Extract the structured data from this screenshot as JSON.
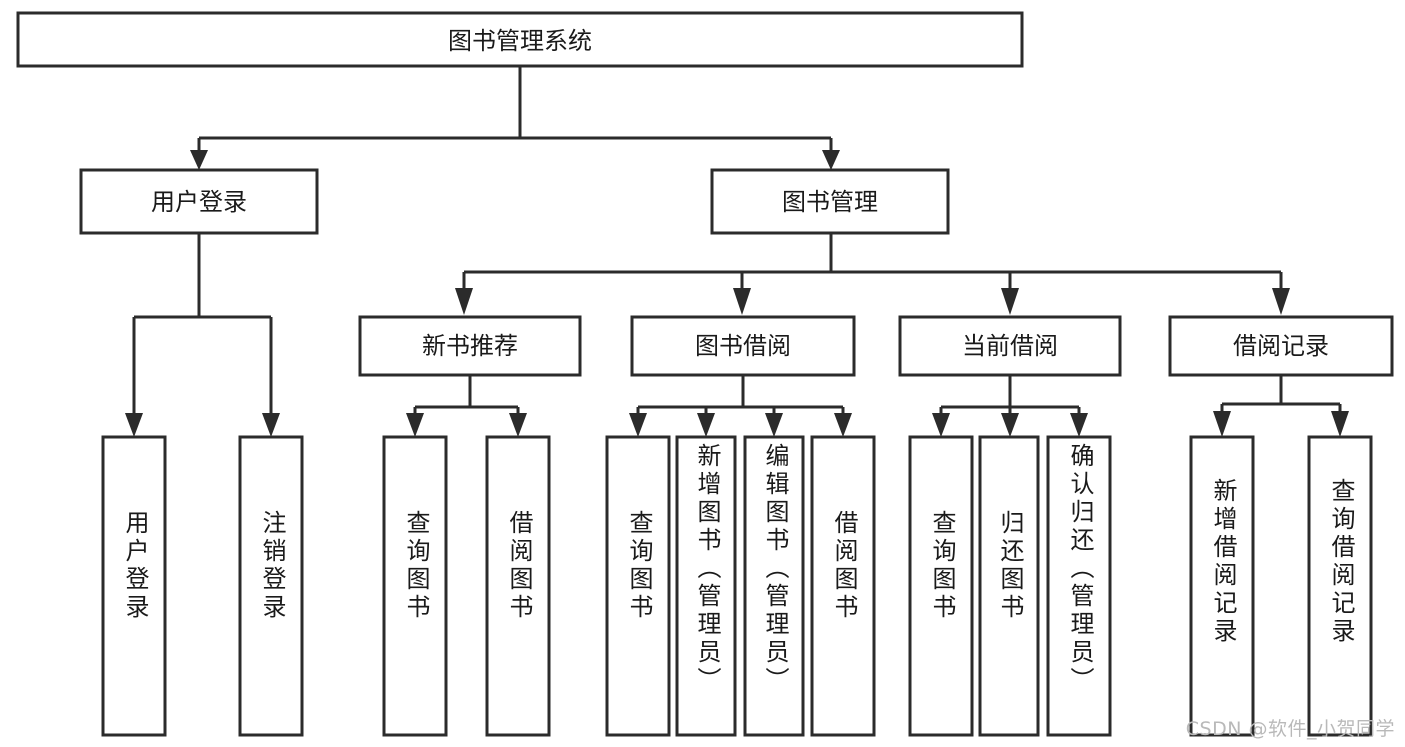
{
  "diagram": {
    "type": "tree",
    "orientation": "top-down",
    "title": "图书管理系统",
    "root": {
      "label": "图书管理系统",
      "id": "root"
    },
    "level2": [
      {
        "id": "user-login",
        "label": "用户登录"
      },
      {
        "id": "book-manage",
        "label": "图书管理"
      }
    ],
    "level3": [
      {
        "id": "new-book-recommend",
        "label": "新书推荐",
        "parent": "book-manage"
      },
      {
        "id": "book-borrow",
        "label": "图书借阅",
        "parent": "book-manage"
      },
      {
        "id": "current-borrow",
        "label": "当前借阅",
        "parent": "book-manage"
      },
      {
        "id": "borrow-record",
        "label": "借阅记录",
        "parent": "book-manage"
      }
    ],
    "leaves": [
      {
        "id": "leaf-user-login",
        "label": "用户登录",
        "parent": "user-login"
      },
      {
        "id": "leaf-user-logout",
        "label": "注销登录",
        "parent": "user-login"
      },
      {
        "id": "leaf-query-book-1",
        "label": "查询图书",
        "parent": "new-book-recommend"
      },
      {
        "id": "leaf-borrow-book-1",
        "label": "借阅图书",
        "parent": "new-book-recommend"
      },
      {
        "id": "leaf-query-book-2",
        "label": "查询图书",
        "parent": "book-borrow"
      },
      {
        "id": "leaf-add-book",
        "label": "新增图书（管理员）",
        "parent": "book-borrow"
      },
      {
        "id": "leaf-edit-book",
        "label": "编辑图书（管理员）",
        "parent": "book-borrow"
      },
      {
        "id": "leaf-borrow-book-2",
        "label": "借阅图书",
        "parent": "book-borrow"
      },
      {
        "id": "leaf-query-book-3",
        "label": "查询图书",
        "parent": "current-borrow"
      },
      {
        "id": "leaf-return-book",
        "label": "归还图书",
        "parent": "current-borrow"
      },
      {
        "id": "leaf-confirm-return",
        "label": "确认归还（管理员）",
        "parent": "current-borrow"
      },
      {
        "id": "leaf-add-record",
        "label": "新增借阅记录",
        "parent": "borrow-record"
      },
      {
        "id": "leaf-query-record",
        "label": "查询借阅记录",
        "parent": "borrow-record"
      }
    ],
    "colors": {
      "box_stroke": "#2b2b2b",
      "box_fill": "#ffffff",
      "connector": "#2b2b2b",
      "text": "#1a1a1a",
      "background": "#ffffff",
      "watermark": "#b9b9b9"
    }
  },
  "watermark": {
    "text": "CSDN @软件_小贺同学"
  }
}
